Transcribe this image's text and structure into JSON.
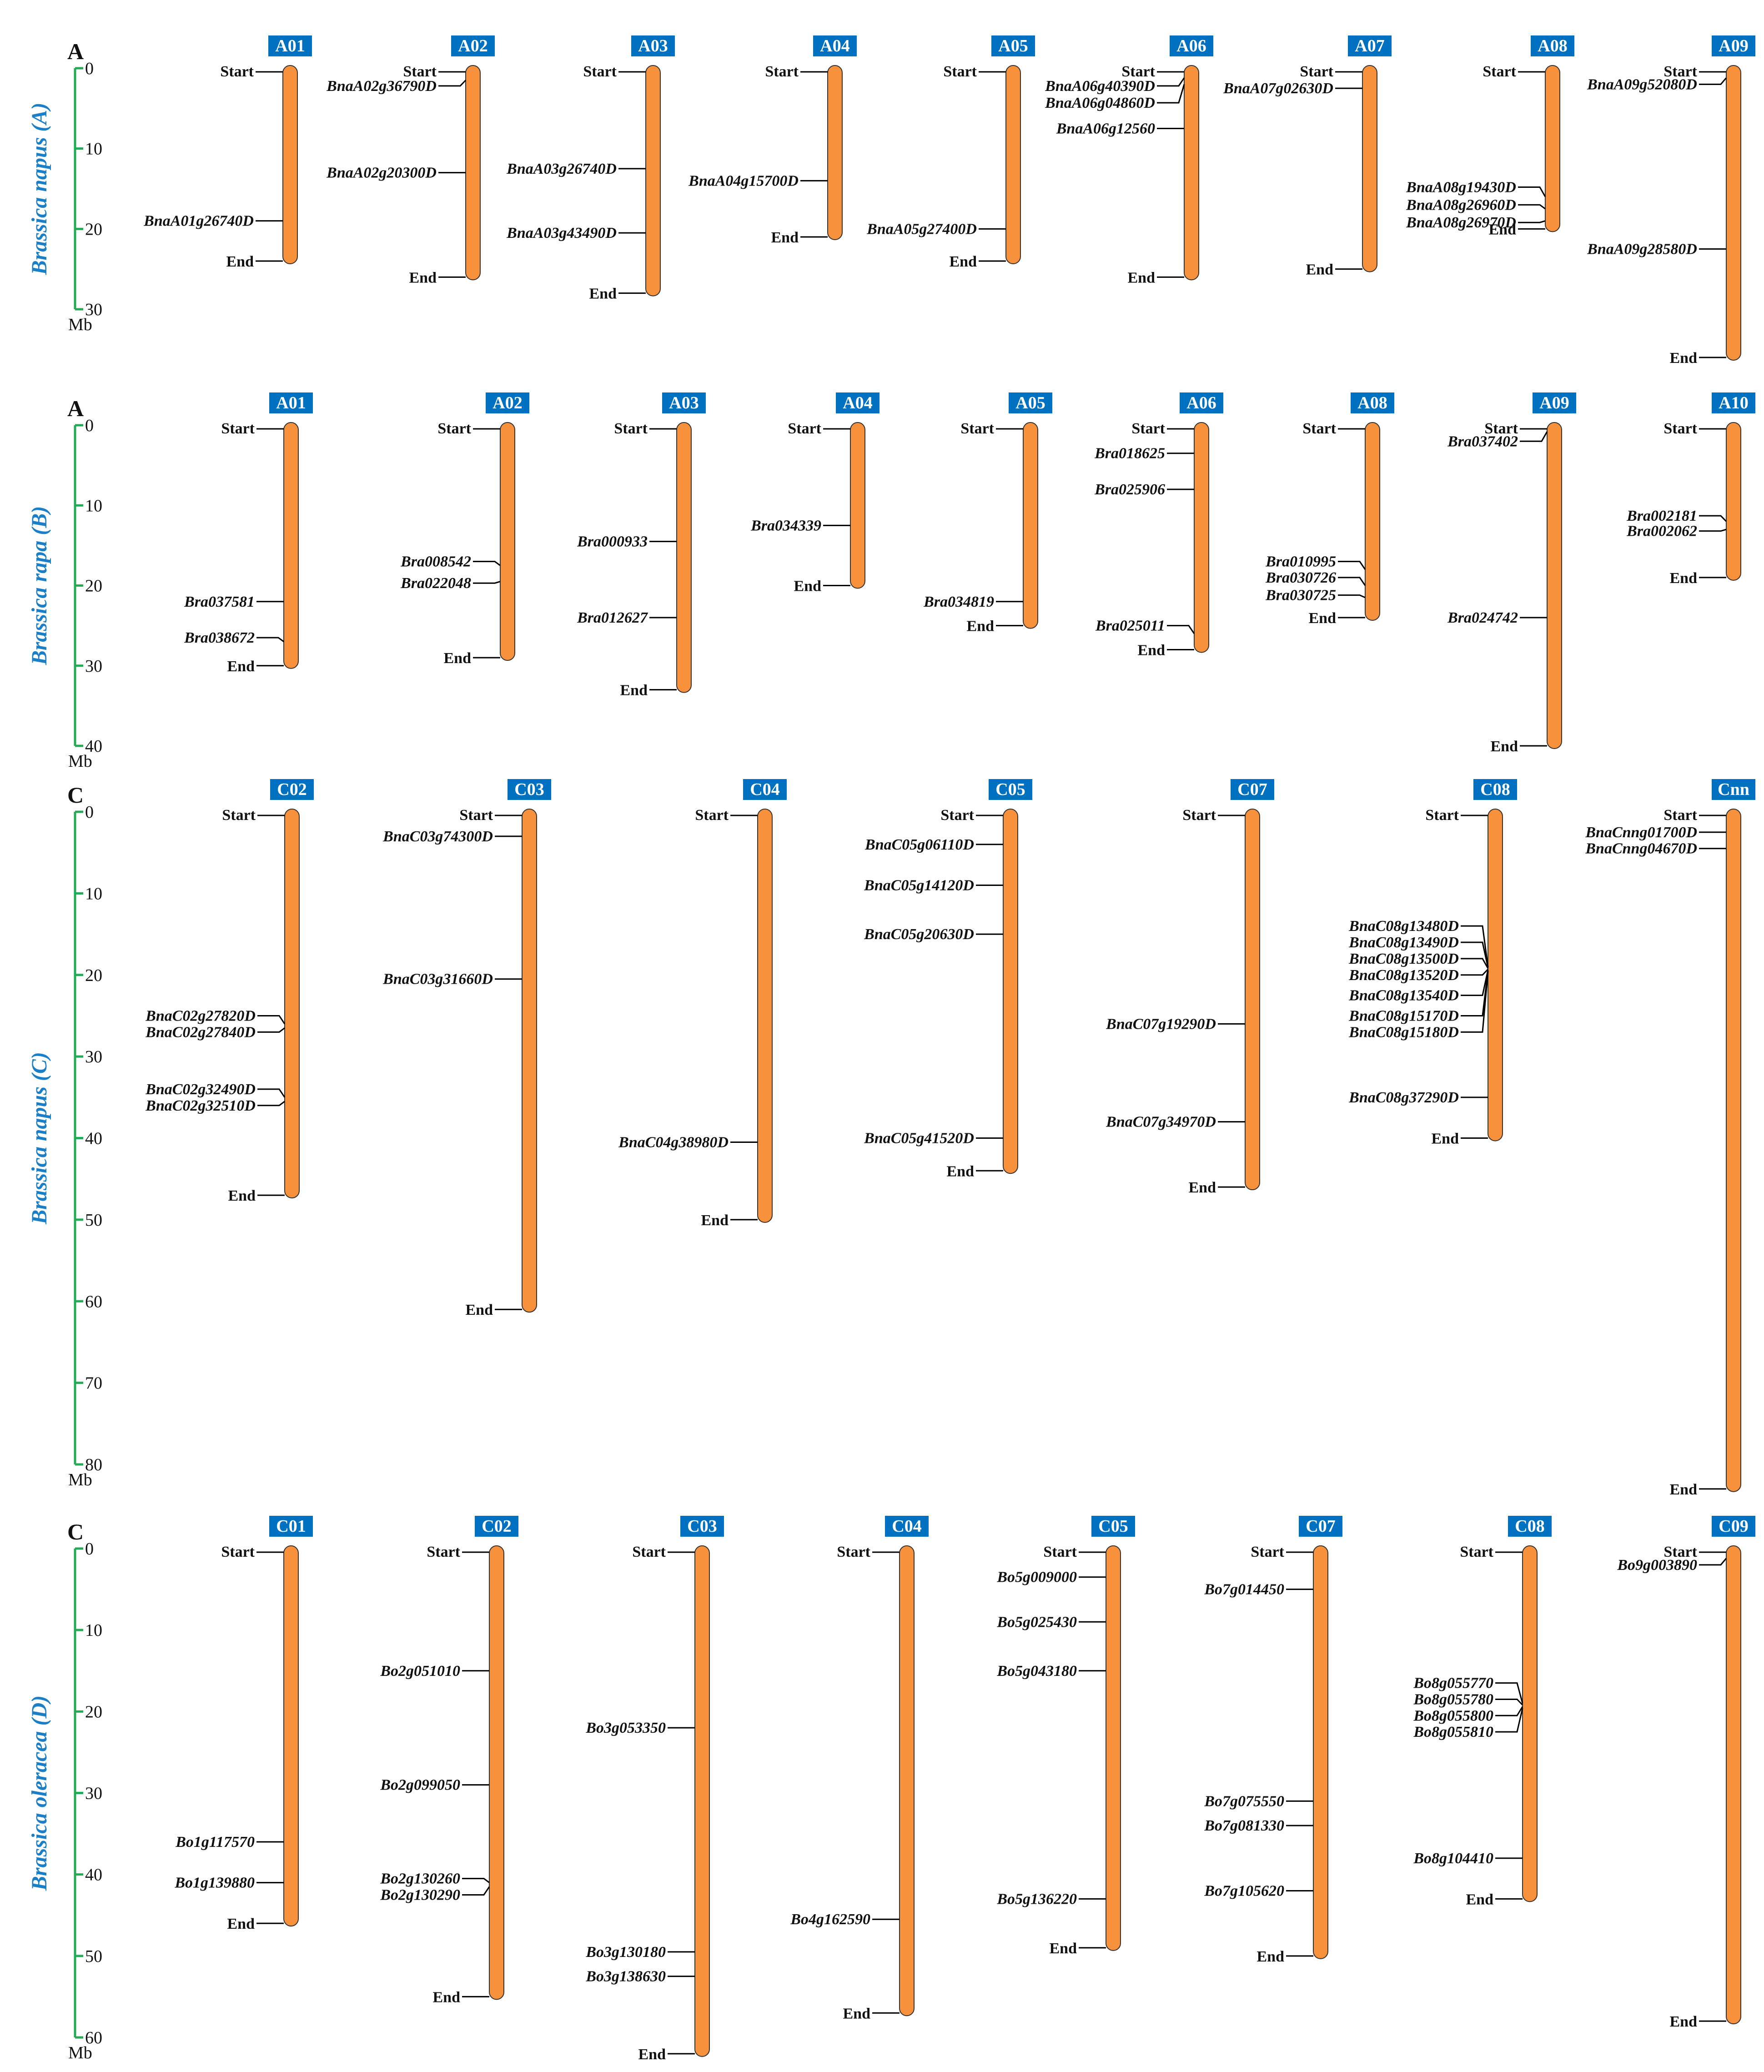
{
  "colors": {
    "chromosome": "#f7913c",
    "chromosome_stroke": "#333333",
    "label_bg": "#0070c0",
    "label_text": "#ffffff",
    "axis": "#22aa55",
    "panel_title": "#1a7fc6",
    "text": "#111111"
  },
  "panels": [
    {
      "letter": "A",
      "title": "Brassica napus (A)",
      "axis_max": 30,
      "tick_step": 10,
      "unit": "Mb",
      "chromosomes": [
        {
          "name": "A01",
          "length": 24,
          "start_label": "Start",
          "end_label": "End",
          "genes": [
            {
              "name": "BnaA01g26740D",
              "pos": 19,
              "lpos": 19
            }
          ]
        },
        {
          "name": "A02",
          "length": 26,
          "start_label": "Start",
          "end_label": "End",
          "genes": [
            {
              "name": "BnaA02g36790D",
              "pos": 1.5,
              "lpos": 2.2
            },
            {
              "name": "BnaA02g20300D",
              "pos": 13,
              "lpos": 13
            }
          ]
        },
        {
          "name": "A03",
          "length": 28,
          "start_label": "Start",
          "end_label": "End",
          "genes": [
            {
              "name": "BnaA03g26740D",
              "pos": 12.5,
              "lpos": 12.5
            },
            {
              "name": "BnaA03g43490D",
              "pos": 20.5,
              "lpos": 20.5
            }
          ]
        },
        {
          "name": "A04",
          "length": 21,
          "start_label": "Start",
          "end_label": "End",
          "genes": [
            {
              "name": "BnaA04g15700D",
              "pos": 14,
              "lpos": 14
            }
          ]
        },
        {
          "name": "A05",
          "length": 24,
          "start_label": "Start",
          "end_label": "End",
          "genes": [
            {
              "name": "BnaA05g27400D",
              "pos": 20,
              "lpos": 20
            }
          ]
        },
        {
          "name": "A06",
          "length": 26,
          "start_label": "Start",
          "end_label": "End",
          "genes": [
            {
              "name": "BnaA06g40390D",
              "pos": 1.2,
              "lpos": 2.2
            },
            {
              "name": "BnaA06g04860D",
              "pos": 2.0,
              "lpos": 4.3
            },
            {
              "name": "BnaA06g12560",
              "pos": 7.5,
              "lpos": 7.5
            }
          ]
        },
        {
          "name": "A07",
          "length": 25,
          "start_label": "Start",
          "end_label": "End",
          "genes": [
            {
              "name": "BnaA07g02630D",
              "pos": 2.5,
              "lpos": 2.5
            }
          ]
        },
        {
          "name": "A08",
          "length": 20,
          "start_label": "Start",
          "end_label": "End",
          "genes": [
            {
              "name": "BnaA08g19430D",
              "pos": 16,
              "lpos": 14.8
            },
            {
              "name": "BnaA08g26960D",
              "pos": 17.5,
              "lpos": 17.0
            },
            {
              "name": "BnaA08g26970D",
              "pos": 19,
              "lpos": 19.2
            }
          ]
        },
        {
          "name": "A09",
          "length": 36,
          "start_label": "Start",
          "end_label": "End",
          "genes": [
            {
              "name": "BnaA09g52080D",
              "pos": 1.2,
              "lpos": 2.0
            },
            {
              "name": "BnaA09g28580D",
              "pos": 22.5,
              "lpos": 22.5
            }
          ]
        }
      ]
    },
    {
      "letter": "A",
      "title": "Brassica rapa (B)",
      "axis_max": 40,
      "tick_step": 10,
      "unit": "Mb",
      "chromosomes": [
        {
          "name": "A01",
          "length": 30,
          "start_label": "Start",
          "end_label": "End",
          "genes": [
            {
              "name": "Bra037581",
              "pos": 22,
              "lpos": 22
            },
            {
              "name": "Bra038672",
              "pos": 27,
              "lpos": 26.5
            }
          ]
        },
        {
          "name": "A02",
          "length": 29,
          "start_label": "Start",
          "end_label": "End",
          "genes": [
            {
              "name": "Bra008542",
              "pos": 17.5,
              "lpos": 17
            },
            {
              "name": "Bra022048",
              "pos": 19.5,
              "lpos": 19.7
            }
          ]
        },
        {
          "name": "A03",
          "length": 33,
          "start_label": "Start",
          "end_label": "End",
          "genes": [
            {
              "name": "Bra000933",
              "pos": 14.5,
              "lpos": 14.5
            },
            {
              "name": "Bra012627",
              "pos": 24,
              "lpos": 24
            }
          ]
        },
        {
          "name": "A04",
          "length": 20,
          "start_label": "Start",
          "end_label": "End",
          "genes": [
            {
              "name": "Bra034339",
              "pos": 12.5,
              "lpos": 12.5
            }
          ]
        },
        {
          "name": "A05",
          "length": 25,
          "start_label": "Start",
          "end_label": "End",
          "genes": [
            {
              "name": "Bra034819",
              "pos": 22,
              "lpos": 22
            }
          ]
        },
        {
          "name": "A06",
          "length": 28,
          "start_label": "Start",
          "end_label": "End",
          "genes": [
            {
              "name": "Bra018625",
              "pos": 3.5,
              "lpos": 3.5
            },
            {
              "name": "Bra025906",
              "pos": 8,
              "lpos": 8
            },
            {
              "name": "Bra025011",
              "pos": 26,
              "lpos": 25
            }
          ]
        },
        {
          "name": "A08",
          "length": 24,
          "start_label": "Start",
          "end_label": "End",
          "genes": [
            {
              "name": "Bra010995",
              "pos": 18,
              "lpos": 17
            },
            {
              "name": "Bra030726",
              "pos": 20,
              "lpos": 19
            },
            {
              "name": "Bra030725",
              "pos": 21.5,
              "lpos": 21.2
            }
          ]
        },
        {
          "name": "A09",
          "length": 40,
          "start_label": "Start",
          "end_label": "End",
          "genes": [
            {
              "name": "Bra037402",
              "pos": 0.8,
              "lpos": 2.0
            },
            {
              "name": "Bra024742",
              "pos": 24,
              "lpos": 24
            }
          ]
        },
        {
          "name": "A10",
          "length": 19,
          "start_label": "Start",
          "end_label": "End",
          "genes": [
            {
              "name": "Bra002181",
              "pos": 12,
              "lpos": 11.3
            },
            {
              "name": "Bra002062",
              "pos": 13,
              "lpos": 13.2
            }
          ]
        }
      ]
    },
    {
      "letter": "C",
      "title": "Brassica napus (C)",
      "axis_max": 80,
      "tick_step": 10,
      "unit": "Mb",
      "chromosomes": [
        {
          "name": "C02",
          "length": 47,
          "start_label": "Start",
          "end_label": "End",
          "genes": [
            {
              "name": "BnaC02g27820D",
              "pos": 26,
              "lpos": 25
            },
            {
              "name": "BnaC02g27840D",
              "pos": 26.5,
              "lpos": 27
            },
            {
              "name": "BnaC02g32490D",
              "pos": 35,
              "lpos": 34
            },
            {
              "name": "BnaC02g32510D",
              "pos": 35.5,
              "lpos": 36
            }
          ]
        },
        {
          "name": "C03",
          "length": 61,
          "start_label": "Start",
          "end_label": "End",
          "genes": [
            {
              "name": "BnaC03g74300D",
              "pos": 3,
              "lpos": 3
            },
            {
              "name": "BnaC03g31660D",
              "pos": 20.5,
              "lpos": 20.5
            }
          ]
        },
        {
          "name": "C04",
          "length": 50,
          "start_label": "Start",
          "end_label": "End",
          "genes": [
            {
              "name": "BnaC04g38980D",
              "pos": 40.5,
              "lpos": 40.5
            }
          ]
        },
        {
          "name": "C05",
          "length": 44,
          "start_label": "Start",
          "end_label": "End",
          "genes": [
            {
              "name": "BnaC05g06110D",
              "pos": 4,
              "lpos": 4
            },
            {
              "name": "BnaC05g14120D",
              "pos": 9,
              "lpos": 9
            },
            {
              "name": "BnaC05g20630D",
              "pos": 15,
              "lpos": 15
            },
            {
              "name": "BnaC05g41520D",
              "pos": 40,
              "lpos": 40
            }
          ]
        },
        {
          "name": "C07",
          "length": 46,
          "start_label": "Start",
          "end_label": "End",
          "genes": [
            {
              "name": "BnaC07g19290D",
              "pos": 26,
              "lpos": 26
            },
            {
              "name": "BnaC07g34970D",
              "pos": 38,
              "lpos": 38
            }
          ]
        },
        {
          "name": "C08",
          "length": 40,
          "start_label": "Start",
          "end_label": "End",
          "genes": [
            {
              "name": "BnaC08g13480D",
              "pos": 19.0,
              "lpos": 14
            },
            {
              "name": "BnaC08g13490D",
              "pos": 19.1,
              "lpos": 16
            },
            {
              "name": "BnaC08g13500D",
              "pos": 19.2,
              "lpos": 18
            },
            {
              "name": "BnaC08g13520D",
              "pos": 19.3,
              "lpos": 20
            },
            {
              "name": "BnaC08g13540D",
              "pos": 19.4,
              "lpos": 22.5
            },
            {
              "name": "BnaC08g15170D",
              "pos": 19.5,
              "lpos": 25
            },
            {
              "name": "BnaC08g15180D",
              "pos": 19.6,
              "lpos": 27
            },
            {
              "name": "BnaC08g37290D",
              "pos": 35,
              "lpos": 35
            }
          ]
        },
        {
          "name": "Cnn",
          "length": 83,
          "start_label": "Start",
          "end_label": "End",
          "genes": [
            {
              "name": "BnaCnng01700D",
              "pos": 2.5,
              "lpos": 2.5
            },
            {
              "name": "BnaCnng04670D",
              "pos": 4.5,
              "lpos": 4.5
            }
          ]
        }
      ]
    },
    {
      "letter": "C",
      "title": "Brassica oleracea (D)",
      "axis_max": 60,
      "tick_step": 10,
      "unit": "Mb",
      "chromosomes": [
        {
          "name": "C01",
          "length": 46,
          "start_label": "Start",
          "end_label": "End",
          "genes": [
            {
              "name": "Bo1g117570",
              "pos": 36,
              "lpos": 36
            },
            {
              "name": "Bo1g139880",
              "pos": 41,
              "lpos": 41
            }
          ]
        },
        {
          "name": "C02",
          "length": 55,
          "start_label": "Start",
          "end_label": "End",
          "genes": [
            {
              "name": "Bo2g051010",
              "pos": 15,
              "lpos": 15
            },
            {
              "name": "Bo2g099050",
              "pos": 29,
              "lpos": 29
            },
            {
              "name": "Bo2g130260",
              "pos": 41,
              "lpos": 40.5
            },
            {
              "name": "Bo2g130290",
              "pos": 41.5,
              "lpos": 42.5
            }
          ]
        },
        {
          "name": "C03",
          "length": 62,
          "start_label": "Start",
          "end_label": "End",
          "genes": [
            {
              "name": "Bo3g053350",
              "pos": 22,
              "lpos": 22
            },
            {
              "name": "Bo3g130180",
              "pos": 49.5,
              "lpos": 49.5
            },
            {
              "name": "Bo3g138630",
              "pos": 52.5,
              "lpos": 52.5
            }
          ]
        },
        {
          "name": "C04",
          "length": 57,
          "start_label": "Start",
          "end_label": "End",
          "genes": [
            {
              "name": "Bo4g162590",
              "pos": 45.5,
              "lpos": 45.5
            }
          ]
        },
        {
          "name": "C05",
          "length": 49,
          "start_label": "Start",
          "end_label": "End",
          "genes": [
            {
              "name": "Bo5g009000",
              "pos": 3.5,
              "lpos": 3.5
            },
            {
              "name": "Bo5g025430",
              "pos": 9,
              "lpos": 9
            },
            {
              "name": "Bo5g043180",
              "pos": 15,
              "lpos": 15
            },
            {
              "name": "Bo5g136220",
              "pos": 43,
              "lpos": 43
            }
          ]
        },
        {
          "name": "C07",
          "length": 50,
          "start_label": "Start",
          "end_label": "End",
          "genes": [
            {
              "name": "Bo7g014450",
              "pos": 5,
              "lpos": 5
            },
            {
              "name": "Bo7g075550",
              "pos": 31,
              "lpos": 31
            },
            {
              "name": "Bo7g081330",
              "pos": 34,
              "lpos": 34
            },
            {
              "name": "Bo7g105620",
              "pos": 42,
              "lpos": 42
            }
          ]
        },
        {
          "name": "C08",
          "length": 43,
          "start_label": "Start",
          "end_label": "End",
          "genes": [
            {
              "name": "Bo8g055770",
              "pos": 19.0,
              "lpos": 16.5
            },
            {
              "name": "Bo8g055780",
              "pos": 19.2,
              "lpos": 18.5
            },
            {
              "name": "Bo8g055800",
              "pos": 19.4,
              "lpos": 20.5
            },
            {
              "name": "Bo8g055810",
              "pos": 19.6,
              "lpos": 22.5
            },
            {
              "name": "Bo8g104410",
              "pos": 38,
              "lpos": 38
            }
          ]
        },
        {
          "name": "C09",
          "length": 58,
          "start_label": "Start",
          "end_label": "End",
          "genes": [
            {
              "name": "Bo9g003890",
              "pos": 1.2,
              "lpos": 2.0
            }
          ]
        }
      ]
    }
  ]
}
